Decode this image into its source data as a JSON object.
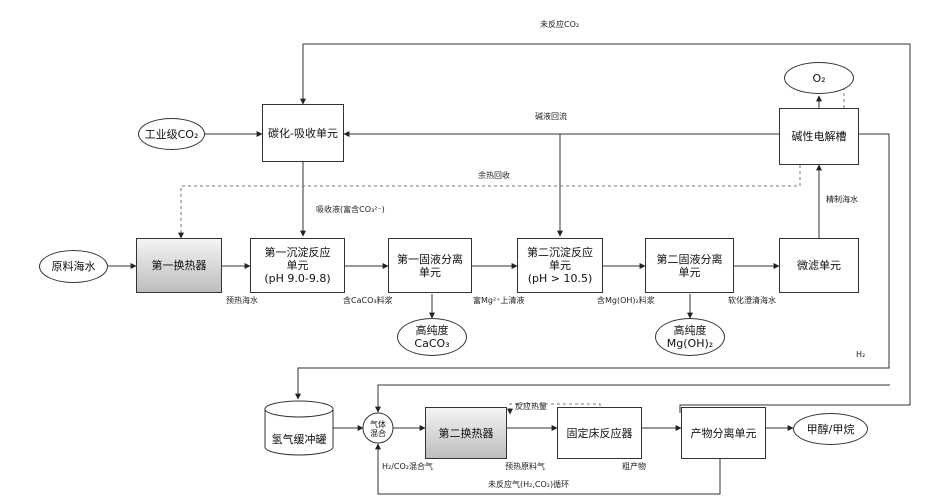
{
  "nodes": {
    "seawater": "原料海水",
    "heat_exchanger_1": "第一换热器",
    "precip_1": "第一沉淀反应\n单元\n(pH 9.0-9.8)",
    "separation_1": "第一固液分离\n单元",
    "precip_2": "第二沉淀反应\n单元\n(pH > 10.5)",
    "separation_2": "第二固液分离\n单元",
    "micro_filter": "微滤单元",
    "electrolyzer": "碱性电解槽",
    "o2": "O₂",
    "industrial_co2": "工业级CO₂",
    "carbonation": "碳化-吸收单元",
    "caco3": "高纯度\nCaCO₃",
    "mgoh2": "高纯度\nMg(OH)₂",
    "h2_buffer": "氢气缓冲罐",
    "gas_mixer": "气体\n混合",
    "heat_exchanger_2": "第二换热器",
    "fixed_bed": "固定床反应器",
    "product_sep": "产物分离单元",
    "methanol": "甲醇/甲烷"
  },
  "labels": {
    "unreacted_co2": "未反应CO₂",
    "alkaline_return": "碱液回流",
    "recycle_heat": "余热回收",
    "absorbed_liquid": "吸收液(富含CO₃²⁻)",
    "preheated_seawater": "预热海水",
    "caco3_slurry": "含CaCO₃料浆",
    "mg_supernatant": "富Mg²⁺上清液",
    "mgoh2_slurry": "含Mg(OH)₂料浆",
    "softened_seawater": "软化澄清海水",
    "refined_brine": "精制海水",
    "h2": "H₂",
    "h2_co2_mix": "H₂/CO₂混合气",
    "reaction_heat": "反应热量",
    "preheated_feed": "预热原料气",
    "crude_product": "粗产物",
    "unreacted_gas": "未反应气(H₂,CO₂)循环"
  }
}
